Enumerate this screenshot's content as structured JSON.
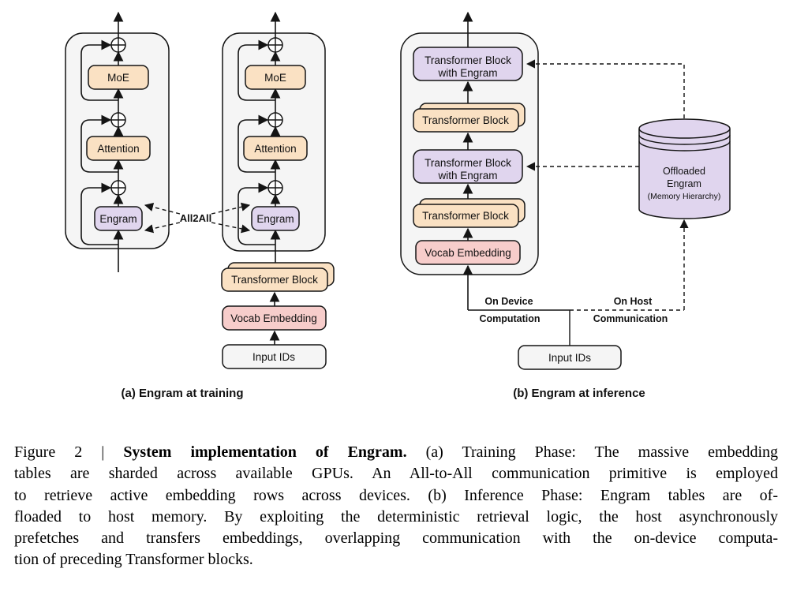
{
  "colors": {
    "orange_fill": "#FAE1C3",
    "purple_fill": "#E0D5EE",
    "pink_fill": "#F7CDCB",
    "gray_fill": "#F5F5F5",
    "border": "#141414"
  },
  "diagram_a": {
    "caption": "(a) Engram at training",
    "moe": "MoE",
    "attention": "Attention",
    "engram": "Engram",
    "all2all": "All2All",
    "transformer_block": "Transformer Block",
    "vocab_embedding": "Vocab Embedding",
    "input_ids": "Input IDs"
  },
  "diagram_b": {
    "caption": "(b) Engram at inference",
    "tb_engram_line1": "Transformer Block",
    "tb_engram_line2": "with Engram",
    "transformer_block": "Transformer Block",
    "vocab_embedding": "Vocab Embedding",
    "input_ids": "Input IDs",
    "cylinder_line1": "Offloaded",
    "cylinder_line2": "Engram",
    "cylinder_line3": "(Memory Hierarchy)",
    "on_device_1": "On Device",
    "on_device_2": "Computation",
    "on_host_1": "On Host",
    "on_host_2": "Communication"
  },
  "caption": {
    "l1_prefix": "Figure 2 | ",
    "l1_bold": "System implementation of Engram.",
    "l1_rest": " (a) Training Phase: The massive embedding",
    "l2": "tables are sharded across available GPUs. An All-to-All communication primitive is employed",
    "l3": "to retrieve active embedding rows across devices. (b) Inference Phase: Engram tables are of-",
    "l4": "floaded to host memory. By exploiting the deterministic retrieval logic, the host asynchronously",
    "l5": "prefetches and transfers embeddings, overlapping communication with the on-device computa-",
    "l6": "tion of preceding Transformer blocks."
  }
}
